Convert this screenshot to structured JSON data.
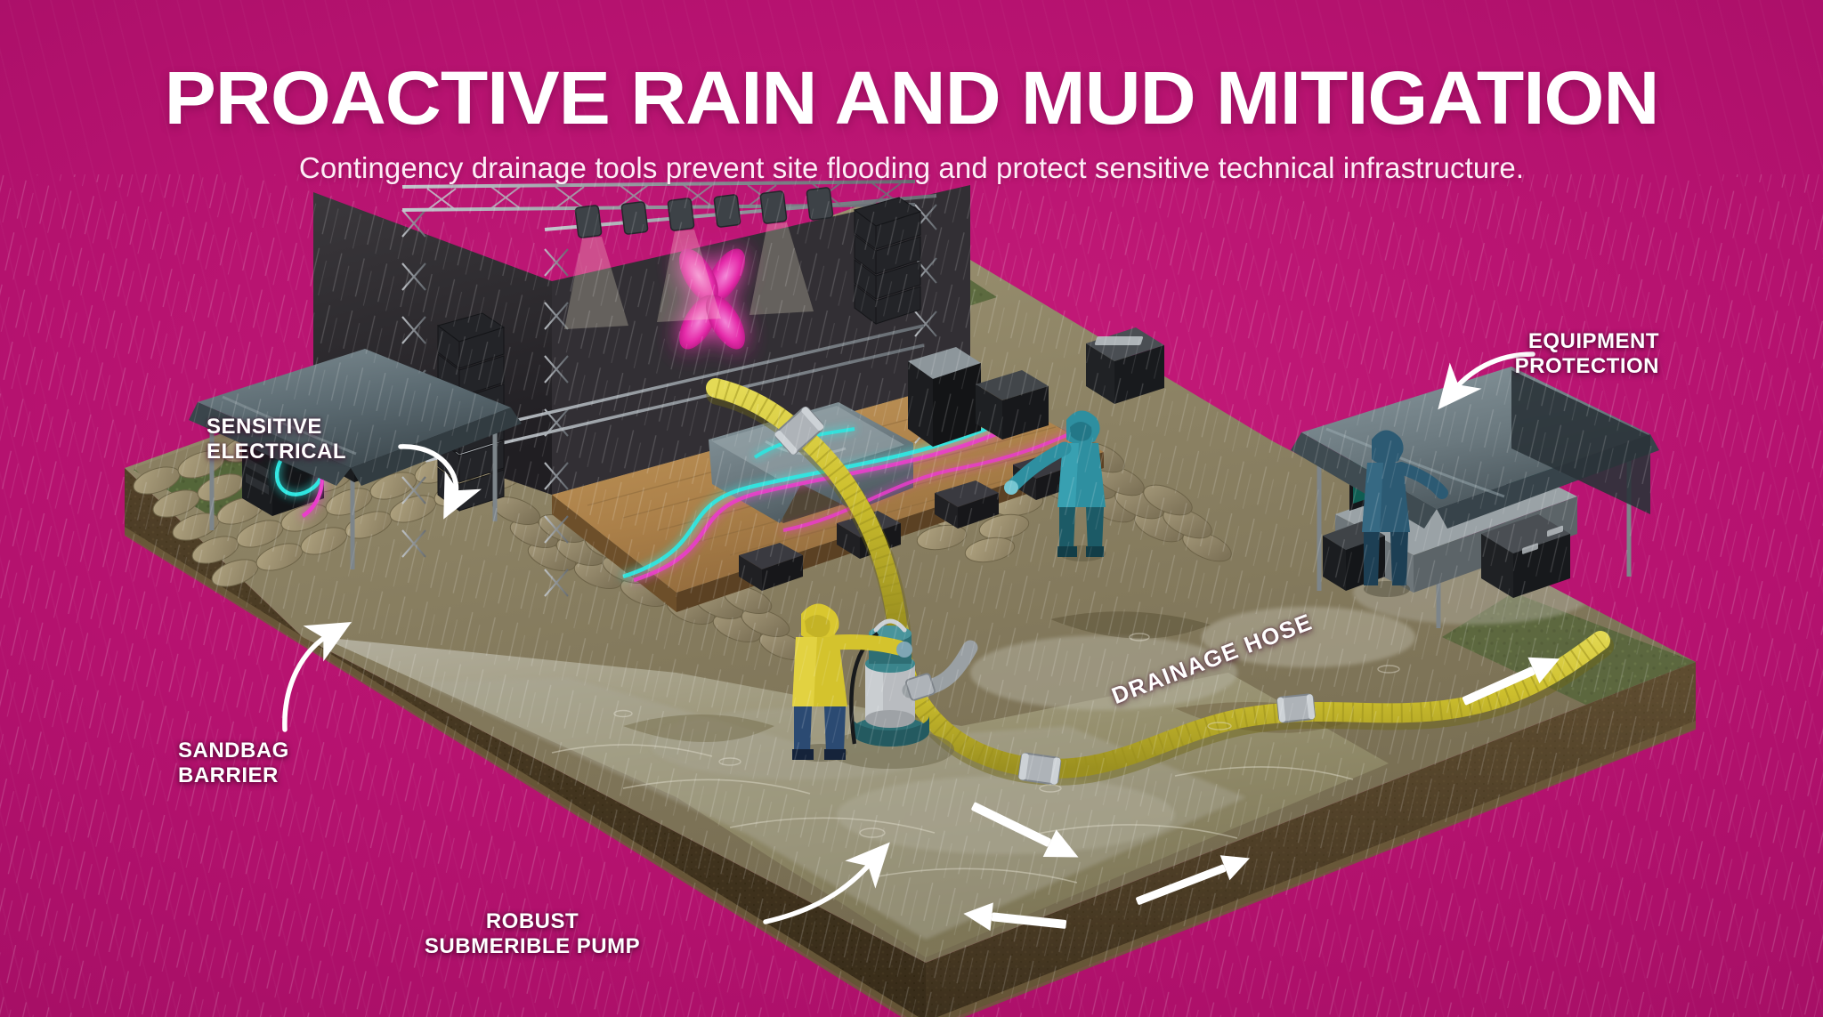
{
  "meta": {
    "background_color": "#b5126f",
    "accent_white": "#ffffff",
    "domain": "infographic-diorama"
  },
  "header": {
    "title": "PROACTIVE RAIN AND MUD MITIGATION",
    "subtitle": "Contingency drainage tools prevent site flooding and protect sensitive technical infrastructure."
  },
  "callouts": [
    {
      "id": "sensitive-electrical",
      "line1": "SENSITIVE",
      "line2": "ELECTRICAL",
      "arrow": "curve-down-right",
      "points_to": "tarp-covered electrical racks"
    },
    {
      "id": "sandbag-barrier",
      "line1": "SANDBAG",
      "line2": "BARRIER",
      "arrow": "curve-up-right",
      "points_to": "stacked sandbag perimeter wall"
    },
    {
      "id": "equipment-protection",
      "line1": "EQUIPMENT",
      "line2": "PROTECTION",
      "arrow": "curve-down-left",
      "points_to": "canopy over control desk"
    },
    {
      "id": "robust-submerible-pump",
      "line1": "ROBUST",
      "line2": "SUBMERIBLE PUMP",
      "arrow": "curve-up-right",
      "points_to": "submersible pump in standing water"
    },
    {
      "id": "drainage-hose",
      "line1": "DRAINAGE HOSE",
      "line2": "",
      "arrow": "straight-up-right",
      "points_to": "yellow lay-flat discharge hose",
      "rotation_deg": -21
    }
  ],
  "scene": {
    "description": "Isometric rainy festival-site diorama on a cut-away earth slab",
    "ground": {
      "top_surface": "#8f8a6e",
      "mud_water": "#9c8f6a",
      "soil_edge": "#4b3c27",
      "grass": "#4e6234"
    },
    "sandbags": {
      "color": "#a79a78",
      "rows": 5,
      "label": "sandbag barrier wall"
    },
    "stage": {
      "deck_color": "#b08b53",
      "backdrop_color": "#2d2b2e",
      "logo": "four-petal magenta bloom",
      "logo_color": "#ef2bb0",
      "truss_color": "#9a9ea3",
      "elements": [
        "lighting truss",
        "line-array speakers",
        "stage monitors",
        "tarp-covered console riser",
        "road cases",
        "PAR can lights"
      ]
    },
    "cables": {
      "cyan": "#2ee6e0",
      "magenta": "#ea3ccb"
    },
    "hose": {
      "color": "#cfc22e",
      "coupling_color": "#a9adb2",
      "label": "drainage hose"
    },
    "pump": {
      "body_color": "#2e6e74",
      "collar_color": "#b9bcc0",
      "label": "submersible pump"
    },
    "workers": [
      {
        "id": "pump-operator",
        "gear_color": "#d4c32d",
        "activity": "tending the pump"
      },
      {
        "id": "sandbag-stacker",
        "gear_color": "#2e8fa0",
        "activity": "stacking sandbags"
      },
      {
        "id": "console-technician",
        "gear_color": "#2c5a73",
        "activity": "at the monitor desk"
      }
    ],
    "tents": [
      {
        "id": "electrical-tarp",
        "color": "#4a5a62",
        "shelters": "electrical racks"
      },
      {
        "id": "control-canopy",
        "color": "#5d6e73",
        "shelters": "monitor desk and flight cases"
      }
    ],
    "flow_arrows": {
      "count": 4,
      "color": "#ffffff",
      "meaning": "surface water runoff direction"
    },
    "rain": {
      "color": "rgba(255,255,255,0.35)",
      "angle_deg": 14
    }
  }
}
